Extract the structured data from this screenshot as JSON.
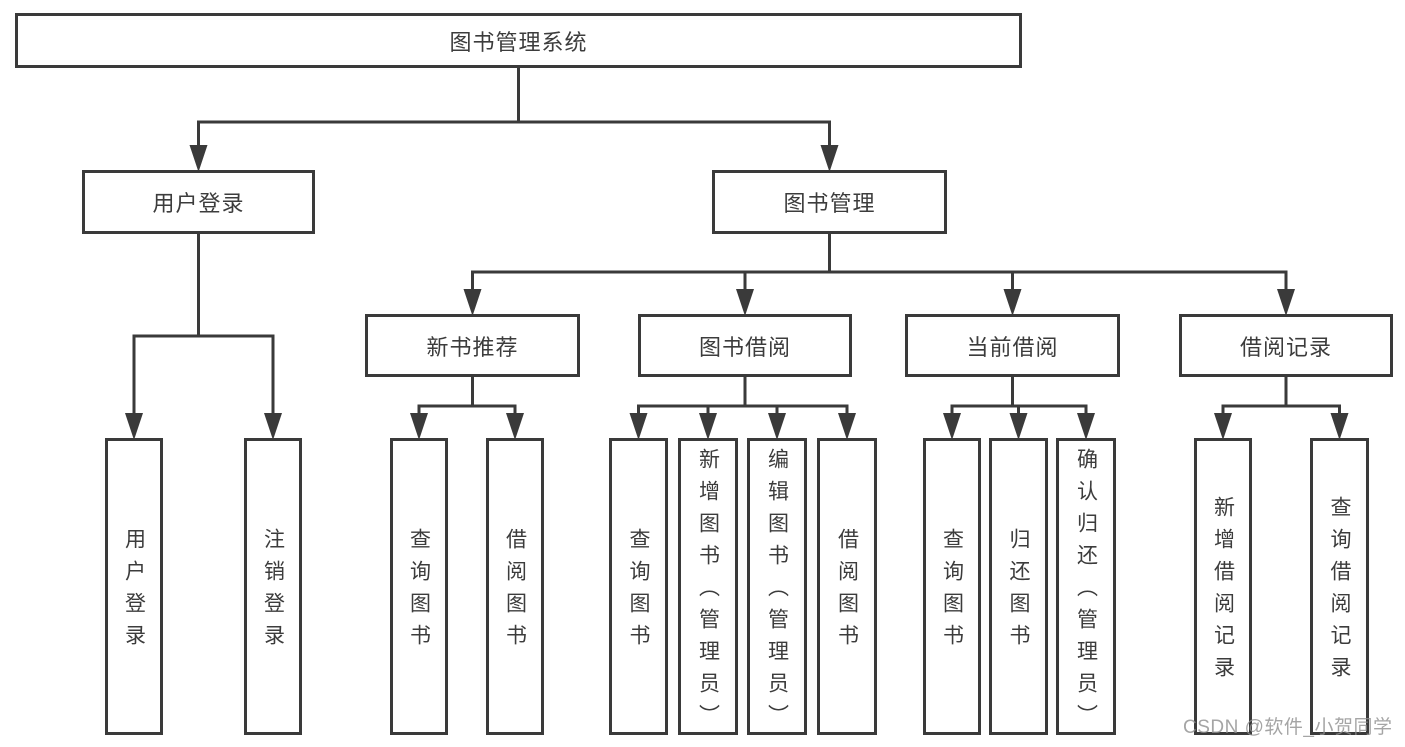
{
  "diagram": {
    "watermark": "CSDN @软件_小贺同学",
    "colors": {
      "line": "#3a3a3a",
      "text": "#3c3c3c",
      "watermark": "#8f8f8f",
      "background": "#ffffff"
    }
  },
  "tree": {
    "id": "root",
    "label": "图书管理系统",
    "children": [
      {
        "id": "user-login",
        "label": "用户登录",
        "children": [
          {
            "id": "user-login-leaf",
            "label": "用户登录",
            "children": []
          },
          {
            "id": "logout-leaf",
            "label": "注销登录",
            "children": []
          }
        ]
      },
      {
        "id": "book-management",
        "label": "图书管理",
        "children": [
          {
            "id": "new-book-recommend",
            "label": "新书推荐",
            "children": [
              {
                "id": "nbr-query-book",
                "label": "查询图书",
                "children": []
              },
              {
                "id": "nbr-borrow-book",
                "label": "借阅图书",
                "children": []
              }
            ]
          },
          {
            "id": "book-borrow",
            "label": "图书借阅",
            "children": [
              {
                "id": "bb-query-book",
                "label": "查询图书",
                "children": []
              },
              {
                "id": "bb-add-book",
                "label": "新增图书（管理员）",
                "children": []
              },
              {
                "id": "bb-edit-book",
                "label": "编辑图书（管理员）",
                "children": []
              },
              {
                "id": "bb-borrow-book",
                "label": "借阅图书",
                "children": []
              }
            ]
          },
          {
            "id": "current-borrow",
            "label": "当前借阅",
            "children": [
              {
                "id": "cb-query-book",
                "label": "查询图书",
                "children": []
              },
              {
                "id": "cb-return-book",
                "label": "归还图书",
                "children": []
              },
              {
                "id": "cb-confirm-return",
                "label": "确认归还（管理员）",
                "children": []
              }
            ]
          },
          {
            "id": "borrow-records",
            "label": "借阅记录",
            "children": [
              {
                "id": "br-add-record",
                "label": "新增借阅记录",
                "children": []
              },
              {
                "id": "br-query-record",
                "label": "查询借阅记录",
                "children": []
              }
            ]
          }
        ]
      }
    ]
  }
}
